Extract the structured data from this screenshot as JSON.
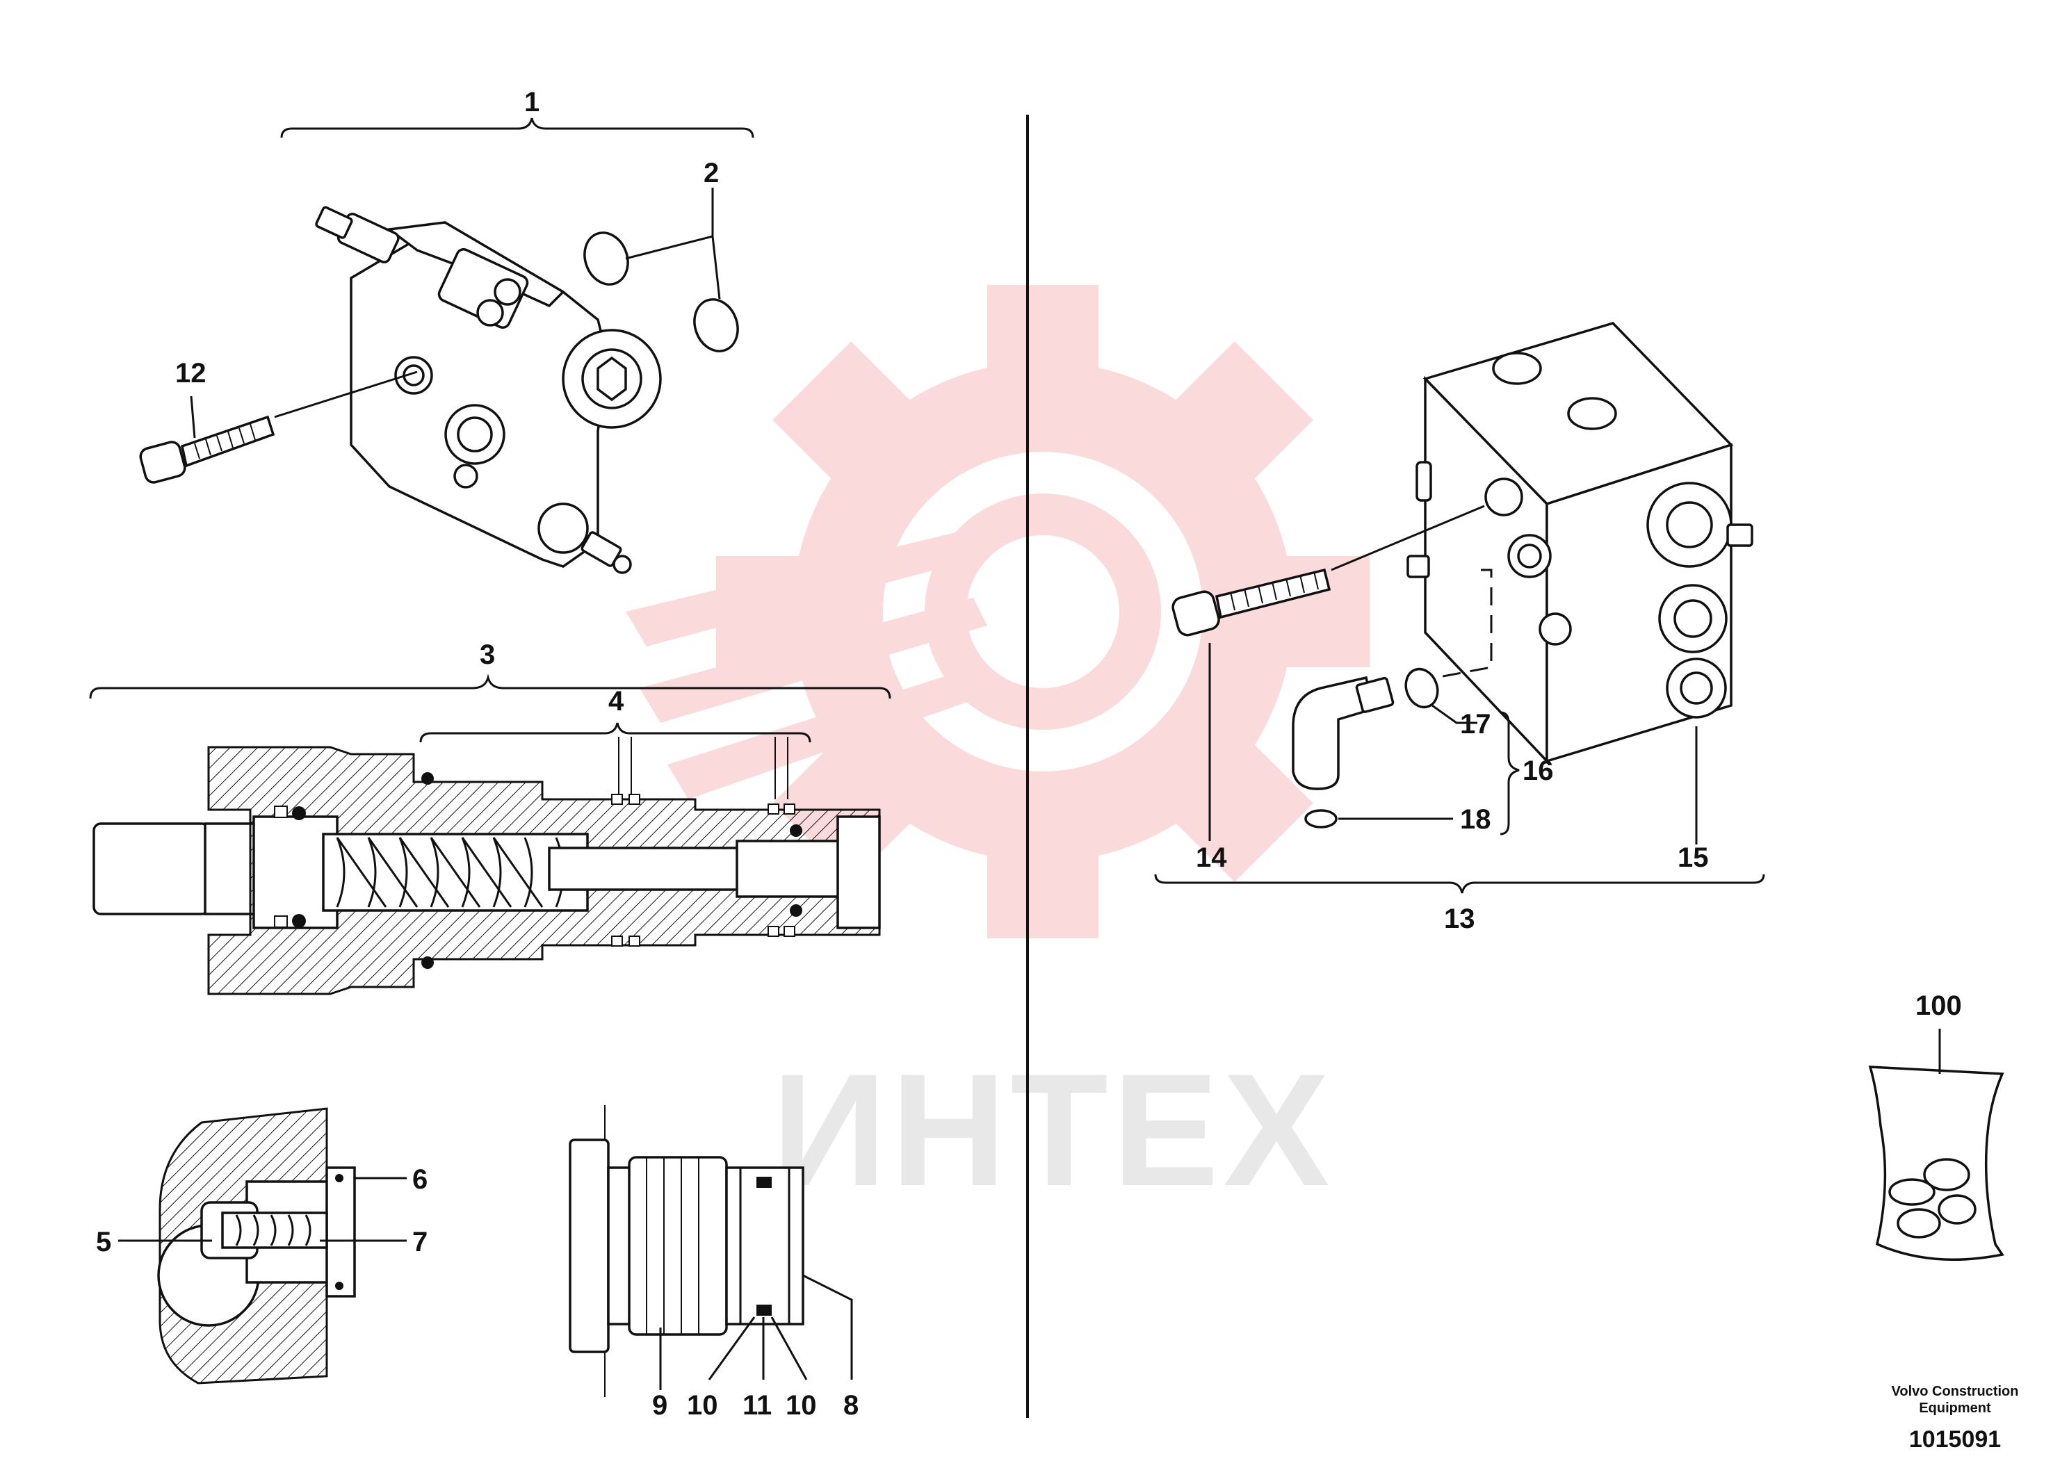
{
  "callouts": {
    "c1": "1",
    "c2": "2",
    "c3": "3",
    "c4": "4",
    "c5": "5",
    "c6": "6",
    "c7": "7",
    "c8": "8",
    "c9": "9",
    "c10a": "10",
    "c10b": "10",
    "c11": "11",
    "c12": "12",
    "c13": "13",
    "c14": "14",
    "c15": "15",
    "c16": "16",
    "c17": "17",
    "c18": "18",
    "c100": "100"
  },
  "watermark": {
    "text": "ИНТЕХ",
    "color": "#f7c6c6"
  },
  "footer": {
    "maker_line1": "Volvo Construction",
    "maker_line2": "Equipment",
    "drawing_number": "1015091"
  },
  "colors": {
    "ink": "#111111",
    "watermark_gear": "#f7c6c6",
    "watermark_text": "#e6e6e6"
  }
}
